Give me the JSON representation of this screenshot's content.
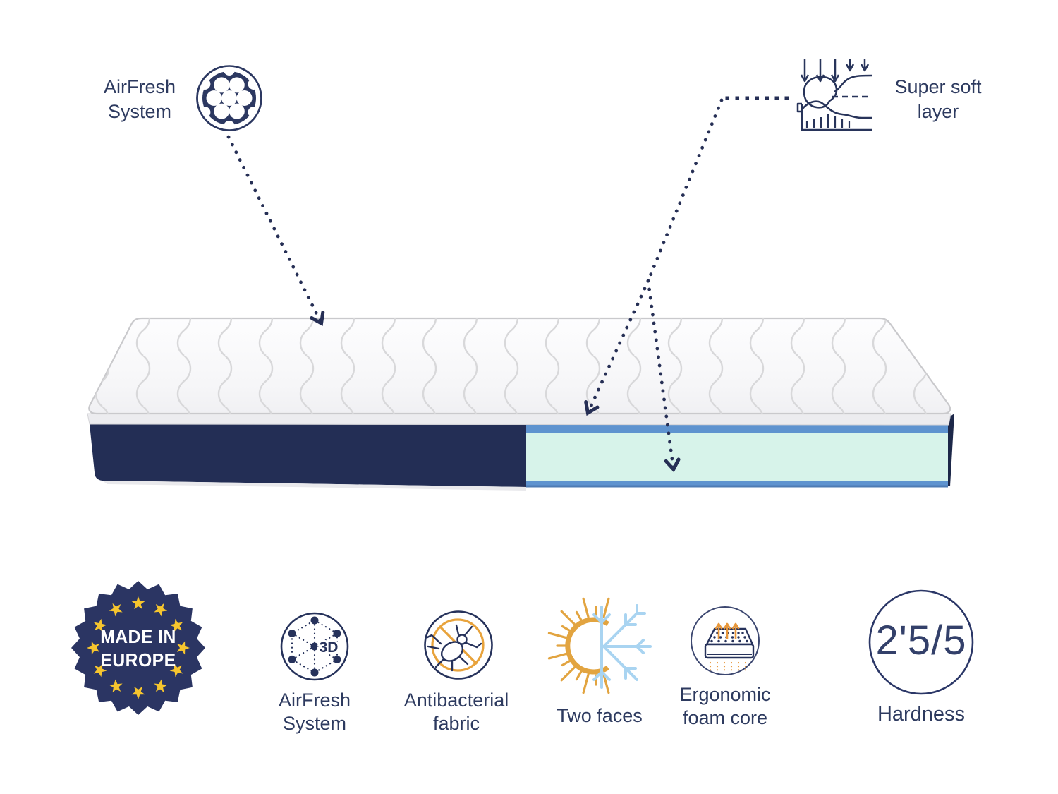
{
  "callouts": {
    "airfresh": {
      "line1": "AirFresh",
      "line2": "System"
    },
    "supersoft": {
      "line1": "Super soft",
      "line2": "layer"
    }
  },
  "badge": {
    "line1": "MADE IN",
    "line2": "EUROPE"
  },
  "features": {
    "airfresh3d": {
      "line1": "AirFresh",
      "line2": "System",
      "icon_text": "3D"
    },
    "antibacterial": {
      "line1": "Antibacterial",
      "line2": "fabric"
    },
    "twofaces": {
      "line1": "Two faces"
    },
    "ergonomic": {
      "line1": "Ergonomic",
      "line2": "foam core"
    },
    "hardness": {
      "score": "2'5/5",
      "label": "Hardness"
    }
  },
  "colors": {
    "navy": "#26325b",
    "side_navy": "#232e55",
    "side_navy_dark": "#1d2849",
    "band_blue": "#5e93cf",
    "band_blue_dark": "#4d7bb4",
    "core_mint": "#d7f3ea",
    "badge_navy": "#2b3563",
    "star_yellow": "#f6c52e",
    "sun_gold": "#e2a440",
    "ice_blue": "#a9d4f1",
    "orange": "#e8a33c"
  }
}
